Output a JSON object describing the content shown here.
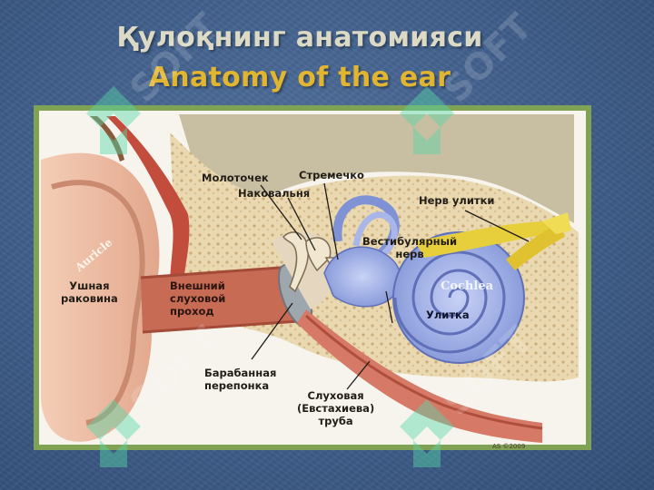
{
  "slide": {
    "title_uz": "Қулоқнинг анатомияси",
    "title_en": "Anatomy of the ear"
  },
  "labels": {
    "malleus": "Молоточек",
    "stapes": "Стремечко",
    "incus": "Наковальня",
    "cochlear_nerve": "Нерв улитки",
    "vestibular_nerve_1": "Вестибулярный",
    "vestibular_nerve_2": "нерв",
    "auricle_en": "Auricle",
    "auricle_ru_1": "Ушная",
    "auricle_ru_2": "раковина",
    "ext_canal_1": "Внешний",
    "ext_canal_2": "слуховой",
    "ext_canal_3": "проход",
    "cochlea_en": "Cochlea",
    "cochlea_ru": "Улитка",
    "eardrum_1": "Барабанная",
    "eardrum_2": "перепонка",
    "eustachian_1": "Слуховая",
    "eustachian_2": "(Евстахиева)",
    "eustachian_3": "труба",
    "copyright": "AS ©2009"
  },
  "watermark": {
    "text": "SOFT"
  },
  "colors": {
    "background": "#3f5f8e",
    "title_primary": "#dcd9c4",
    "title_accent": "#e2b531",
    "panel_border": "#7fa255",
    "cochlea": "#8d9fe0",
    "canal": "#c76b55",
    "bone": "#e9dcb4",
    "nerve": "#e6cf3a"
  }
}
